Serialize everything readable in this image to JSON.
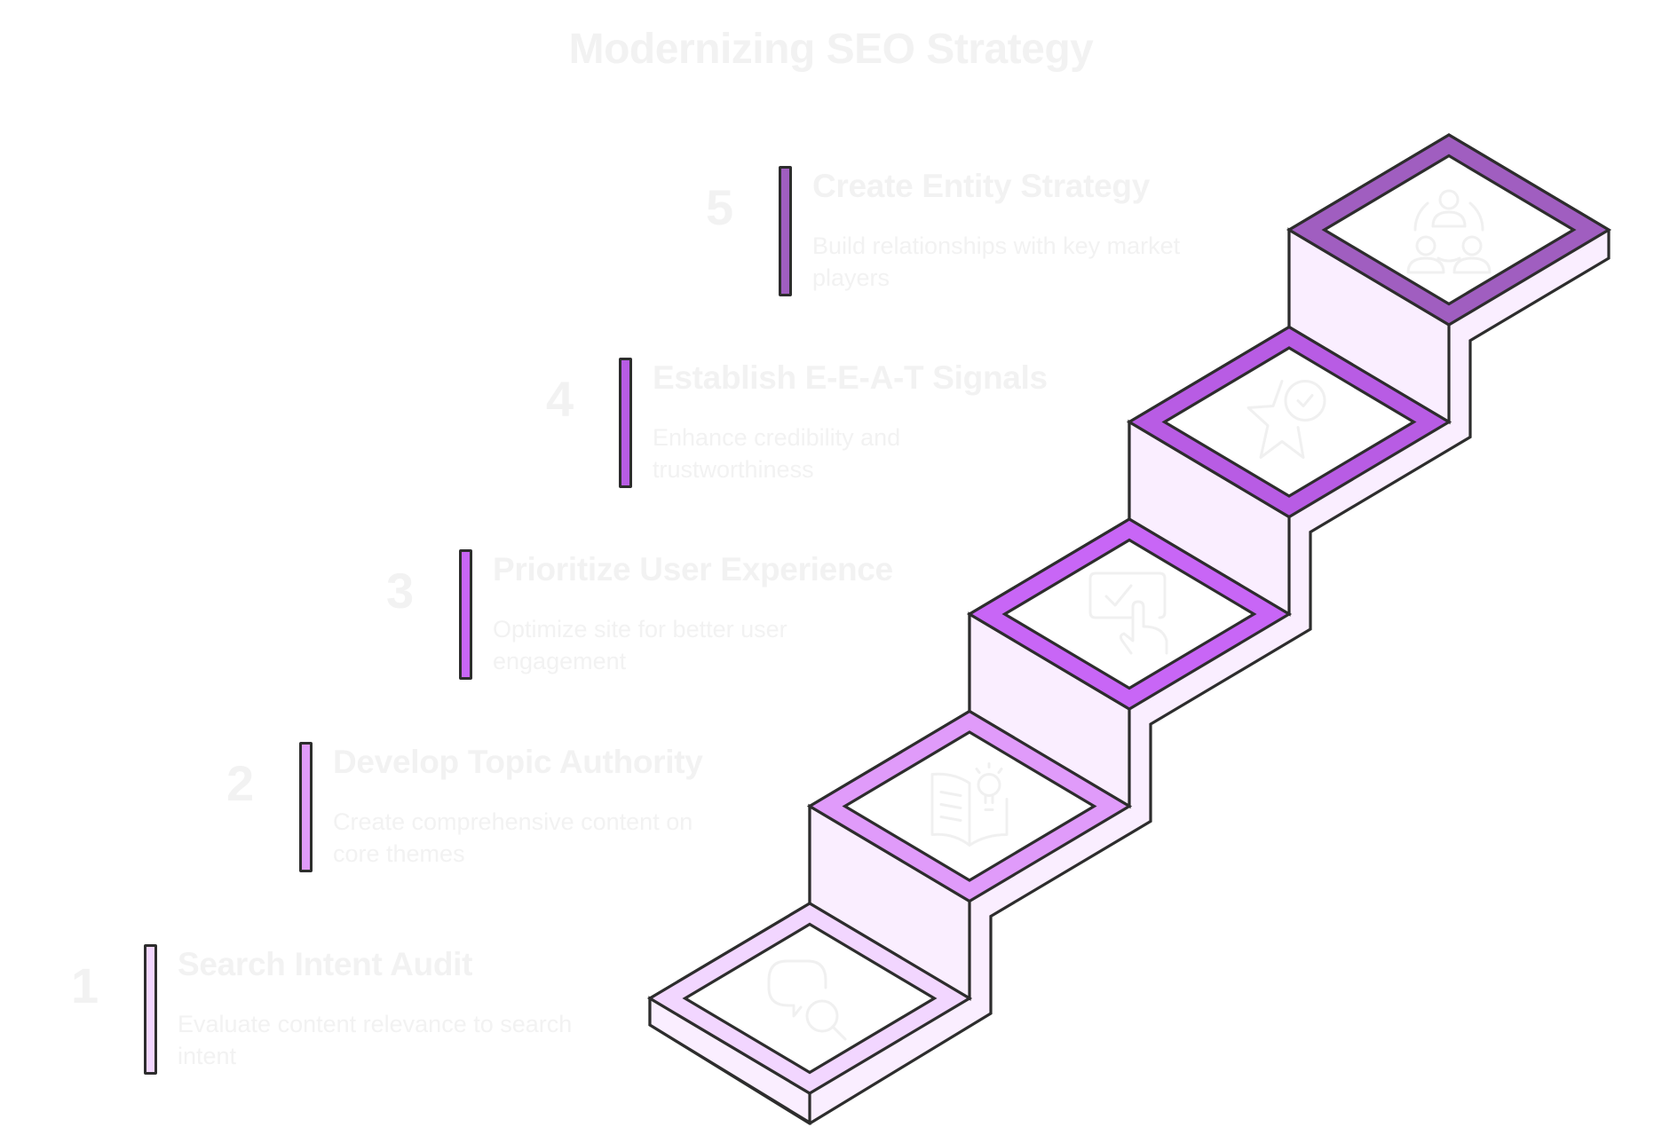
{
  "title": "Modernizing SEO Strategy",
  "colors": {
    "stroke": "#2D2D2D",
    "face": "#FAEEFF",
    "text": "#F2F2F2",
    "icon": "#F0F0F0"
  },
  "steps": [
    {
      "number": "1",
      "title": "Search Intent Audit",
      "description": "Evaluate content relevance to search intent",
      "color": "#F2D6FF",
      "icon": "chat-search-icon"
    },
    {
      "number": "2",
      "title": "Develop Topic Authority",
      "description": "Create comprehensive content on core themes",
      "color": "#E09BFA",
      "icon": "book-lightbulb-icon"
    },
    {
      "number": "3",
      "title": "Prioritize User Experience",
      "description": "Optimize site for better user engagement",
      "color": "#C866F6",
      "icon": "touch-checkbox-icon"
    },
    {
      "number": "4",
      "title": "Establish E-E-A-T Signals",
      "description": "Enhance credibility and trustworthiness",
      "color": "#B85CE4",
      "icon": "star-check-icon"
    },
    {
      "number": "5",
      "title": "Create Entity Strategy",
      "description": "Build relationships with key market players",
      "color": "#A05EC0",
      "icon": "people-network-icon"
    }
  ]
}
